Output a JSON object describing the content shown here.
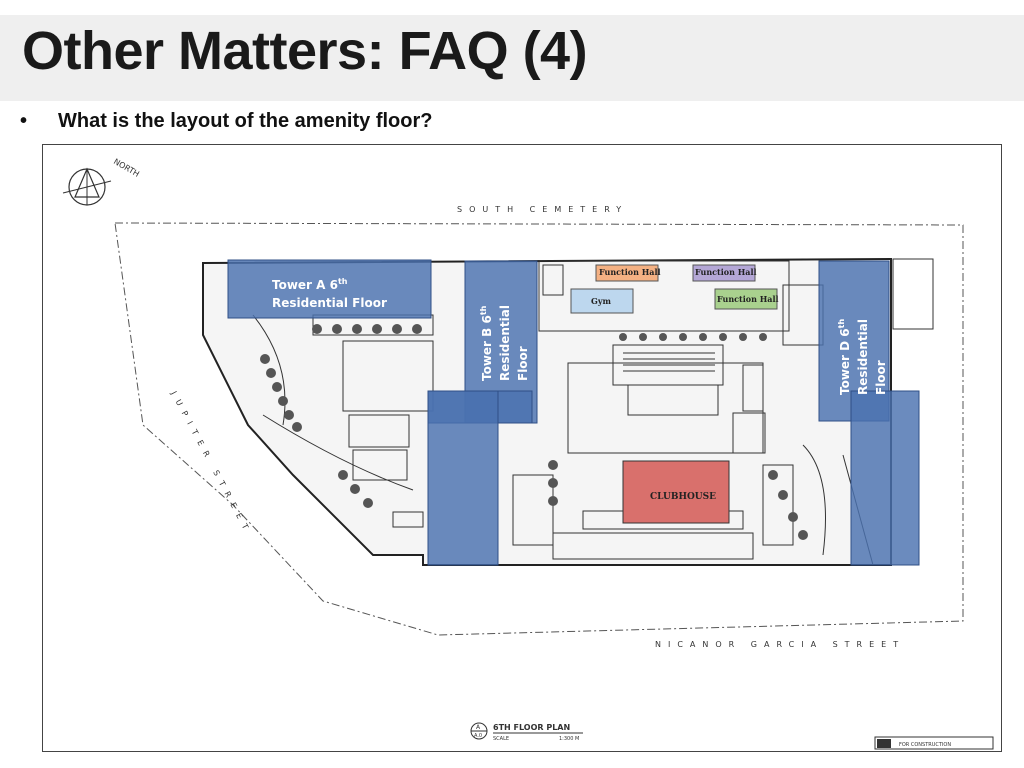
{
  "slide": {
    "title": "Other Matters:  FAQ (4)",
    "bullet_marker": "•",
    "question": "What is the layout of the amenity floor?"
  },
  "floor_plan": {
    "streets": {
      "north": "SOUTH CEMETERY",
      "south": "NICANOR GARCIA STREET",
      "west": "JUPITER STREET"
    },
    "north_arrow_label": "NORTH",
    "towers": {
      "a": {
        "name": "Tower A 6",
        "sup": "th",
        "line2": "Residential Floor"
      },
      "b": {
        "name": "Tower B 6",
        "sup": "th",
        "line2": "Residential",
        "line3": "Floor"
      },
      "d": {
        "name": "Tower D 6",
        "sup": "th",
        "line2": "Residential",
        "line3": "Floor"
      }
    },
    "rooms": {
      "function_hall_1": "Function Hall",
      "function_hall_2": "Function Hall",
      "function_hall_3": "Function Hall",
      "gym": "Gym",
      "clubhouse": "CLUBHOUSE"
    },
    "title_block": {
      "marker_top": "A",
      "marker_bottom": "A.0",
      "plan_title": "6TH FLOOR PLAN",
      "scale_label": "SCALE",
      "scale_value": "1:300 M",
      "stamp": "FOR CONSTRUCTION"
    },
    "colors": {
      "tower_overlay": "#4a72b0",
      "clubhouse": "#d9706c",
      "function_hall_orange": "#f4b183",
      "function_hall_purple": "#b4a7d6",
      "function_hall_green": "#a9d18e",
      "gym": "#bdd7ee"
    }
  }
}
